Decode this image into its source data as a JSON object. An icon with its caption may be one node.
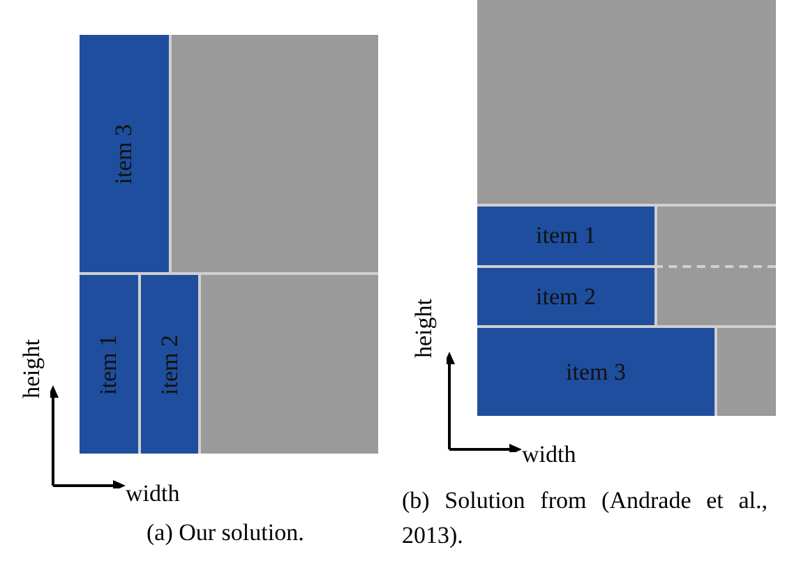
{
  "diagram": {
    "nodes": [
      {
        "text": [],
        "shape": "box"
      },
      {
        "text": [
          "item 3"
        ],
        "in": 0
      },
      {
        "text": [
          "item 1"
        ],
        "in": 0
      },
      {
        "text": [
          "item 2"
        ],
        "in": 0
      },
      {
        "text": [],
        "shape": "box"
      },
      {
        "text": [
          "item 1"
        ],
        "in": 4
      },
      {
        "text": [
          "item 2"
        ],
        "in": 4
      },
      {
        "text": [
          "item 3"
        ],
        "in": 4
      }
    ],
    "labels": [
      "height",
      "width",
      "(a) Our solution.",
      "height",
      "width",
      "(b) Solution from (Andrade et al., 2013)."
    ]
  }
}
